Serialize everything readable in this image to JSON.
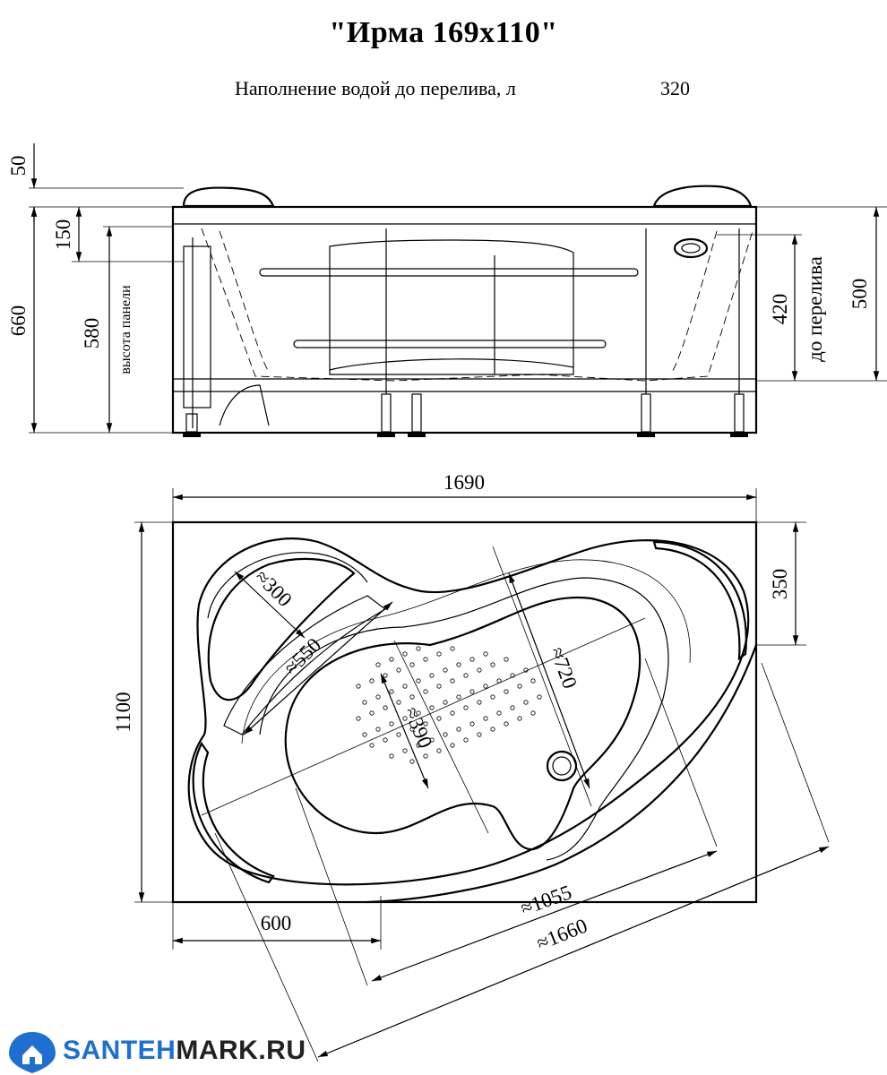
{
  "title": "\"Ирма 169х110\"",
  "fill": {
    "label": "Наполнение водой до перелива, л",
    "value": "320"
  },
  "side_view": {
    "dim_rim": "50",
    "dim_total_height": "660",
    "dim_150": "150",
    "dim_580": "580",
    "panel_label": "высота панели",
    "dim_420": "420",
    "overflow_label": "до перелива",
    "dim_500": "500"
  },
  "top_view": {
    "dim_length": "1690",
    "dim_width": "1100",
    "dim_350": "350",
    "dim_600": "600",
    "dim_300": "≈300",
    "dim_550": "≈550",
    "dim_390": "≈390",
    "dim_720": "≈720",
    "dim_1055": "≈1055",
    "dim_1660": "≈1660"
  },
  "logo": {
    "part1": "SANTEH",
    "part2": "MARK.RU",
    "accent_color": "#1f6fd1"
  }
}
